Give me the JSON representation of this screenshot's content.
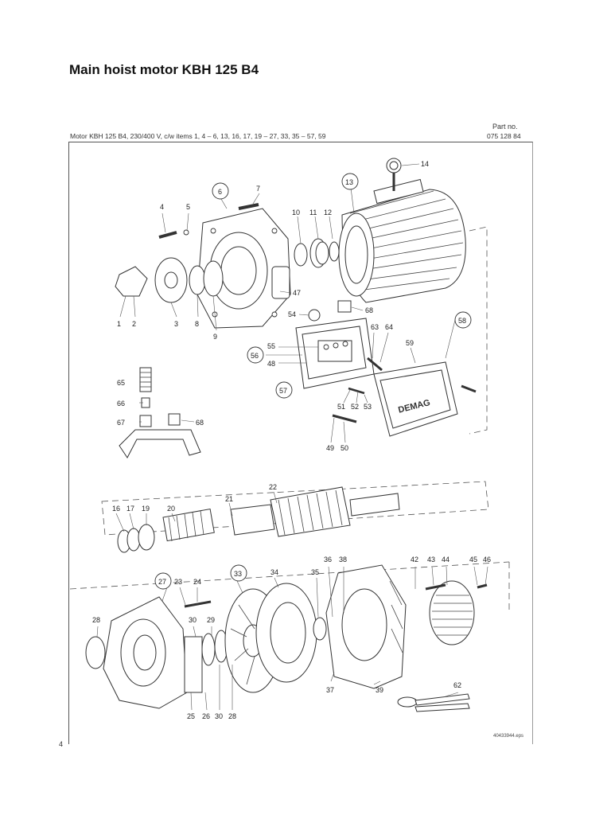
{
  "header": {
    "title": "Main hoist motor KBH 125 B4",
    "part_no_label": "Part no.",
    "subtitle": "Motor KBH 125 B4, 230/400 V, c/w items 1, 4 – 6, 13, 16, 17, 19 – 27, 33, 35 – 57, 59",
    "part_no_value": "075 128 84"
  },
  "footer": {
    "page_number": "4",
    "file_ref": "40433944.eps"
  },
  "callouts": {
    "c1": "1",
    "c2": "2",
    "c3": "3",
    "c4": "4",
    "c5": "5",
    "c6": "6",
    "c7": "7",
    "c8": "8",
    "c9": "9",
    "c10": "10",
    "c11": "11",
    "c12": "12",
    "c13": "13",
    "c14": "14",
    "c16": "16",
    "c17": "17",
    "c19": "19",
    "c20": "20",
    "c21": "21",
    "c22": "22",
    "c23": "23",
    "c24": "24",
    "c25": "25",
    "c26": "26",
    "c27": "27",
    "c28a": "28",
    "c28b": "28",
    "c29": "29",
    "c30a": "30",
    "c30b": "30",
    "c33": "33",
    "c34": "34",
    "c35": "35",
    "c36": "36",
    "c37": "37",
    "c38": "38",
    "c39": "39",
    "c42": "42",
    "c43": "43",
    "c44": "44",
    "c45": "45",
    "c46": "46",
    "c47": "47",
    "c48": "48",
    "c49": "49",
    "c50": "50",
    "c51": "51",
    "c52": "52",
    "c53": "53",
    "c54": "54",
    "c55": "55",
    "c56": "56",
    "c57": "57",
    "c58": "58",
    "c59": "59",
    "c62": "62",
    "c63": "63",
    "c64": "64",
    "c65": "65",
    "c66": "66",
    "c67": "67",
    "c68a": "68",
    "c68b": "68"
  },
  "brand_plate": "DEMAG"
}
